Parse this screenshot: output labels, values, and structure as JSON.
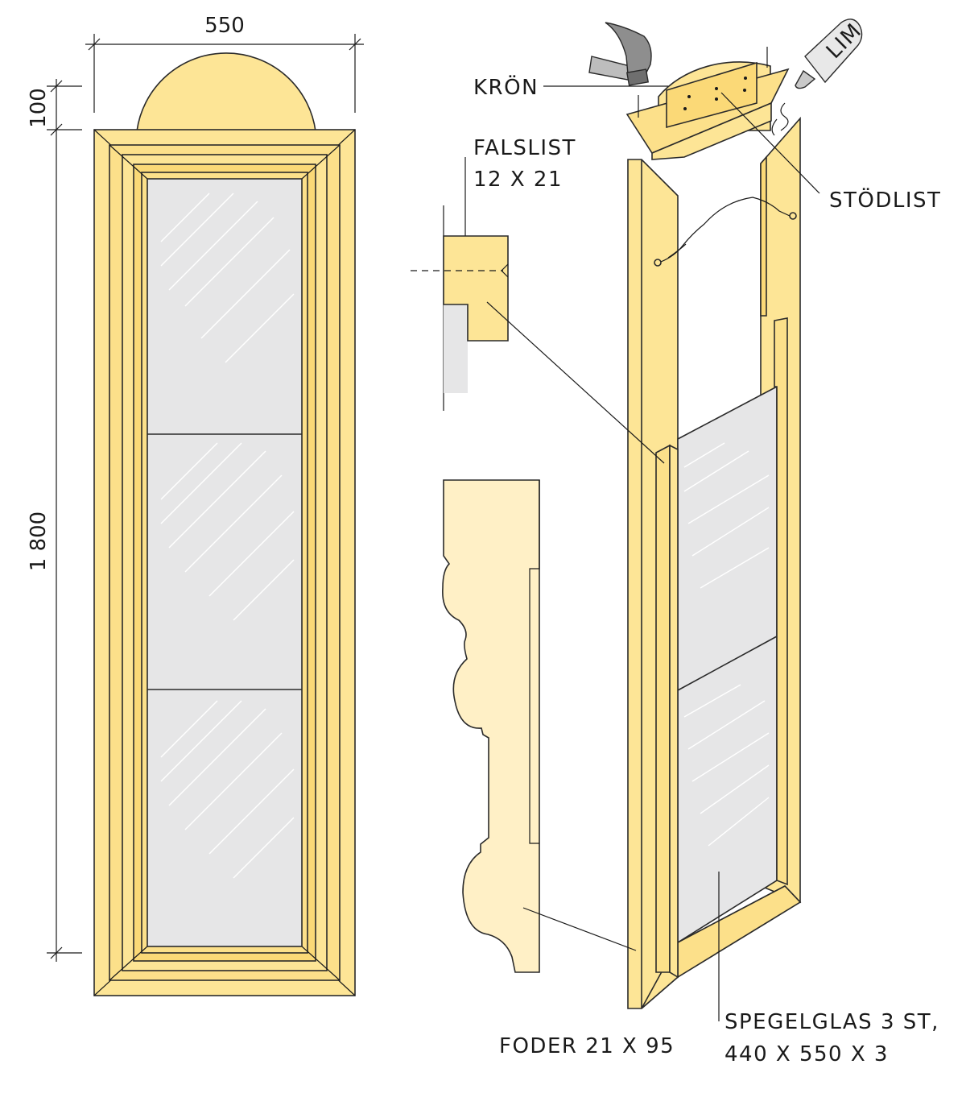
{
  "dimensions": {
    "width": "550",
    "crown_height": "100",
    "height": "1 800"
  },
  "labels": {
    "kron": "KRÖN",
    "falslist_line1": "FALSLIST",
    "falslist_line2": "12 X 21",
    "stodlist": "STÖDLIST",
    "lim": "LIM",
    "foder": "FODER 21 X 95",
    "spegelglas_line1": "SPEGELGLAS 3 ST,",
    "spegelglas_line2": "440 X 550 X 3"
  },
  "colors": {
    "wood": "#fde596",
    "wood_light": "#fff0c6",
    "glass": "#e6e6e7",
    "line": "#1a1a1a"
  },
  "icons": [
    "hammer-icon",
    "glue-bottle-icon"
  ]
}
